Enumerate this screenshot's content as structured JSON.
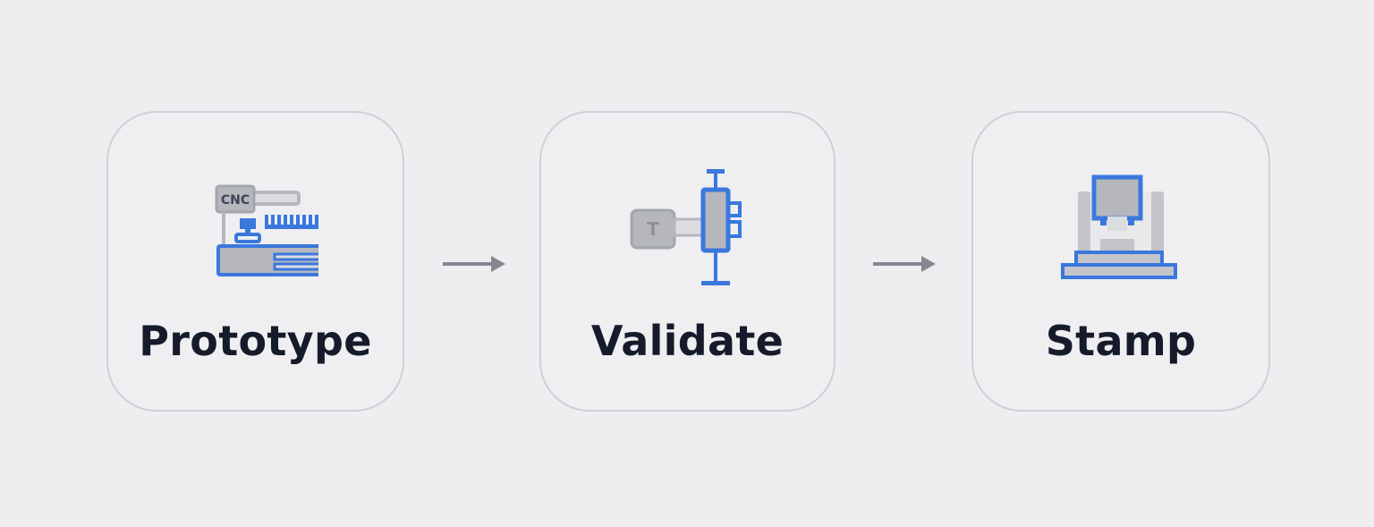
{
  "colors": {
    "background": "#eeeef1",
    "card_border": "#cfd0d5",
    "accent_blue": "#3a78dd",
    "icon_gray": "#b5b7bd",
    "icon_gray_dark": "#8e9198",
    "label_text": "#161b2b",
    "arrow": "#858892"
  },
  "steps": [
    {
      "label": "Prototype",
      "icon": "cnc-machine-icon",
      "icon_text": "CNC"
    },
    {
      "label": "Validate",
      "icon": "test-gauge-icon",
      "icon_text": "T"
    },
    {
      "label": "Stamp",
      "icon": "stamping-press-icon"
    }
  ],
  "connectors": [
    {
      "icon": "arrow-right-icon"
    },
    {
      "icon": "arrow-right-icon"
    }
  ]
}
